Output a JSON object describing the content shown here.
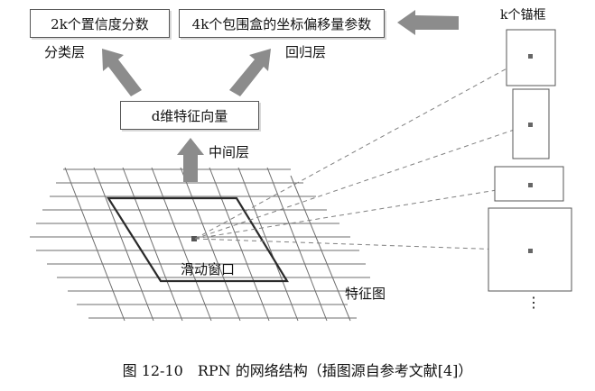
{
  "top_boxes": {
    "classification_output": "2k个置信度分数",
    "regression_output": "4k个包围盒的坐标偏移量参数"
  },
  "feature_vector_box": "d维特征向量",
  "labels": {
    "classification_layer": "分类层",
    "regression_layer": "回归层",
    "middle_layer": "中间层",
    "sliding_window": "滑动窗口",
    "feature_map": "特征图",
    "anchors": "k个锚框",
    "ellipsis": "⋮"
  },
  "caption": "图 12-10　RPN 的网络结构（插图源自参考文献[4]）",
  "colors": {
    "arrow": "#8c8c8c",
    "grid": "#6e6e6e",
    "window": "#2a2a2a",
    "dashed": "#808080"
  }
}
